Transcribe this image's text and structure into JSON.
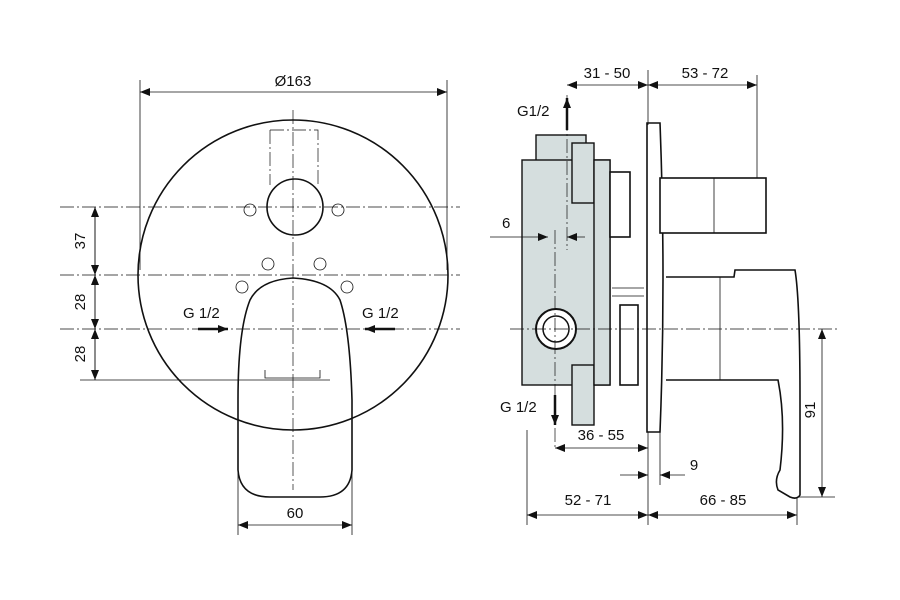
{
  "front_view": {
    "diameter": "Ø163",
    "dim_37": "37",
    "dim_28_upper": "28",
    "dim_28_lower": "28",
    "dim_60": "60",
    "inlet_left": "G 1/2",
    "inlet_right": "G 1/2"
  },
  "side_view": {
    "dim_31_50": "31 - 50",
    "dim_53_72": "53 - 72",
    "outlet_top": "G1/2",
    "outlet_bottom": "G 1/2",
    "dim_6": "6",
    "dim_36_55": "36 - 55",
    "dim_9": "9",
    "dim_52_71": "52 - 71",
    "dim_66_85": "66 - 85",
    "dim_91": "91"
  },
  "colors": {
    "body_fill": "#d5dede",
    "line": "#111111"
  }
}
